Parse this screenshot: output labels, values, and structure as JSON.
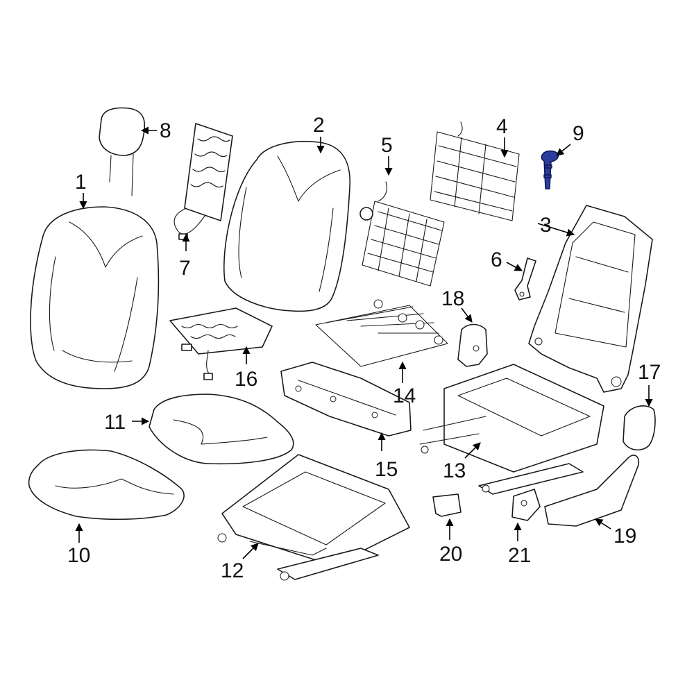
{
  "diagram": {
    "highlight_color": "#2a3c9c",
    "callouts": [
      "1",
      "2",
      "3",
      "4",
      "5",
      "6",
      "7",
      "8",
      "9",
      "10",
      "11",
      "12",
      "13",
      "14",
      "15",
      "16",
      "17",
      "18",
      "19",
      "20",
      "21"
    ]
  }
}
